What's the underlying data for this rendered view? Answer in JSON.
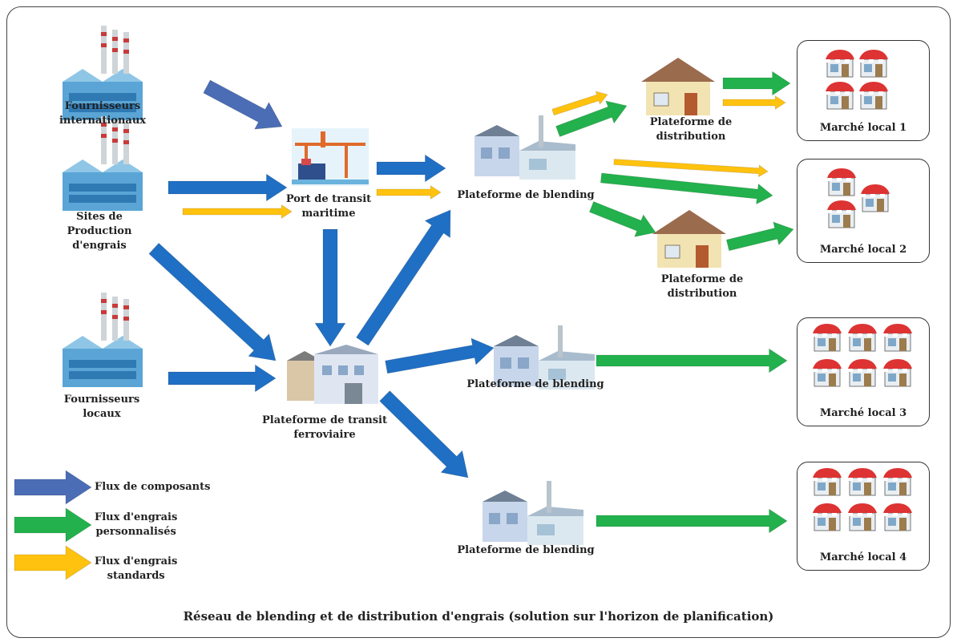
{
  "nodes": {
    "fournisseurs_internationaux": "Fournisseurs\ninternationaux",
    "sites_production": "Sites de\nProduction\nd'engrais",
    "fournisseurs_locaux": "Fournisseurs\nlocaux",
    "port_transit": "Port de transit\nmaritime",
    "plateforme_ferroviaire": "Plateforme de transit\nferroviaire",
    "blending_1": "Plateforme de blending",
    "blending_2": "Plateforme de blending",
    "blending_3": "Plateforme de blending",
    "distribution_1": "Plateforme de\ndistribution",
    "distribution_2": "Plateforme de\ndistribution"
  },
  "markets": [
    "Marché local 1",
    "Marché local 2",
    "Marché local 3",
    "Marché local 4"
  ],
  "legend": {
    "composants": "Flux de composants",
    "personnalises": "Flux d'engrais\npersonnalisés",
    "standards": "Flux d'engrais\nstandards"
  },
  "caption": "Réseau de blending et de distribution d'engrais (solution sur l'horizon de planification)",
  "colors": {
    "flux_composants": "#4a6db5",
    "flux_blue": "#1f6fc4",
    "flux_personnalises": "#22b14c",
    "flux_standards": "#ffc20e"
  }
}
